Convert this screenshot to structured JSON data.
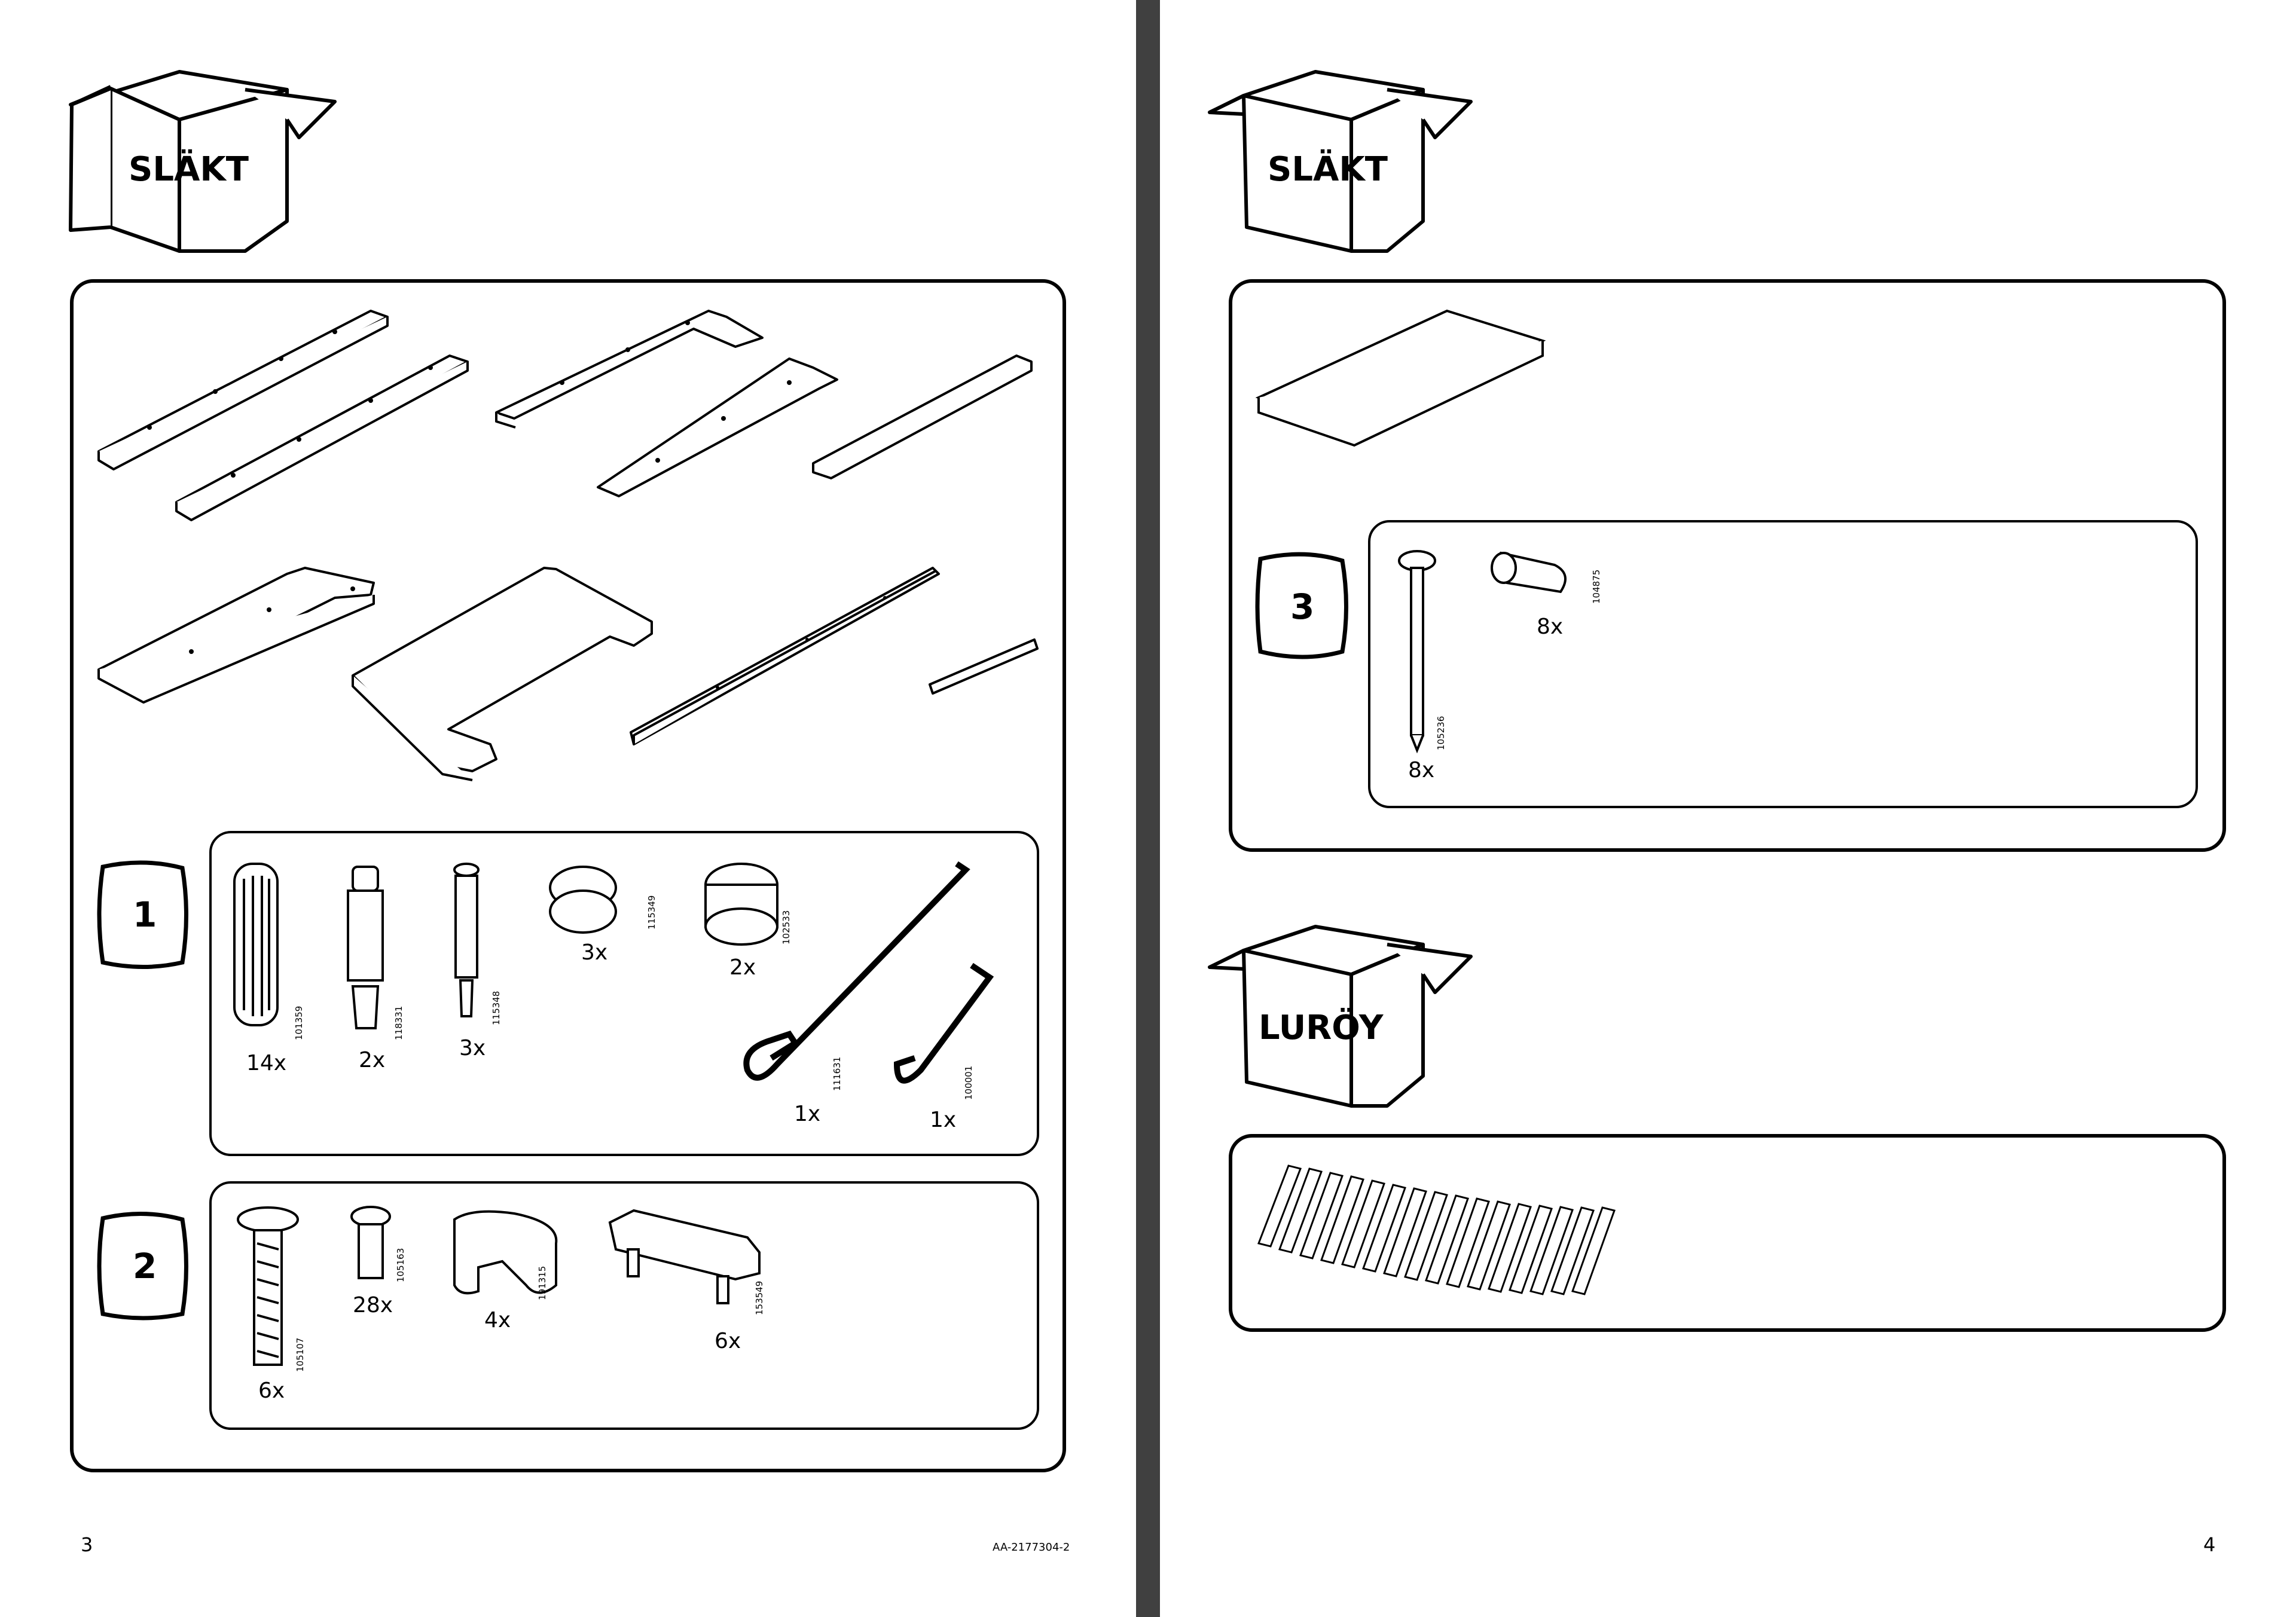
{
  "left_page": {
    "box_label": "SLÄKT",
    "bags": [
      {
        "number": "1",
        "parts": [
          {
            "code": "101359",
            "qty": "14x"
          },
          {
            "code": "118331",
            "qty": "2x"
          },
          {
            "code": "115348",
            "qty": "3x"
          },
          {
            "code": "115349",
            "qty": "3x"
          },
          {
            "code": "102533",
            "qty": "2x"
          },
          {
            "code": "111631",
            "qty": "1x"
          },
          {
            "code": "100001",
            "qty": "1x"
          }
        ]
      },
      {
        "number": "2",
        "parts": [
          {
            "code": "105107",
            "qty": "6x"
          },
          {
            "code": "105163",
            "qty": "28x"
          },
          {
            "code": "191315",
            "qty": "4x"
          },
          {
            "code": "153549",
            "qty": "6x"
          }
        ]
      }
    ],
    "page_number": "3",
    "doc_id": "AA-2177304-2"
  },
  "right_page": {
    "box_label": "SLÄKT",
    "bag": {
      "number": "3",
      "parts": [
        {
          "code": "105236",
          "qty": "8x"
        },
        {
          "code": "104875",
          "qty": "8x"
        }
      ]
    },
    "box2_label": "LURÖY",
    "page_number": "4"
  }
}
